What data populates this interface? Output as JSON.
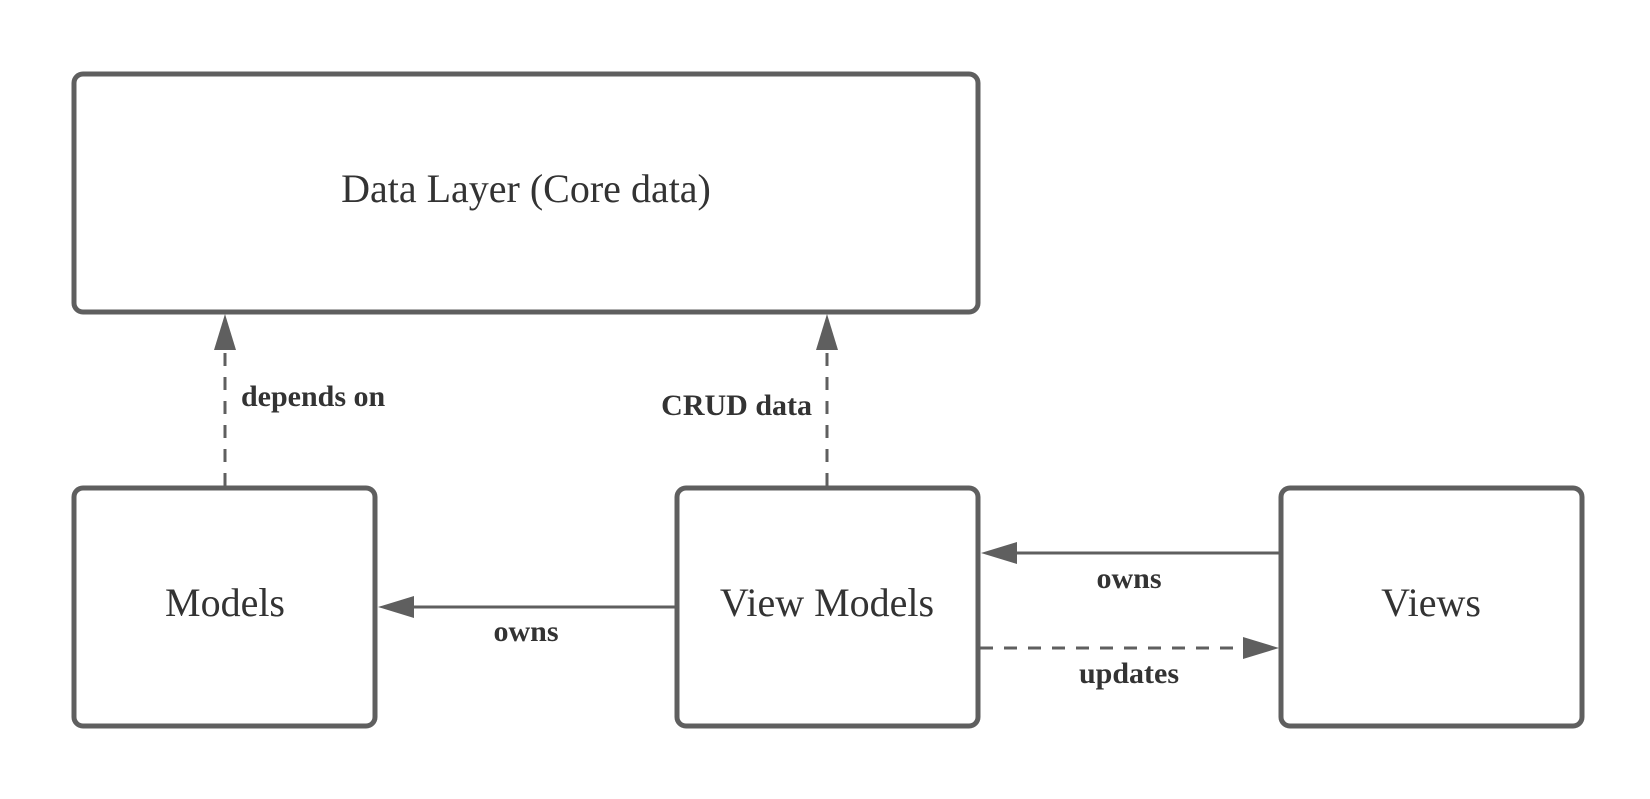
{
  "diagram": {
    "nodes": {
      "data_layer": "Data Layer (Core data)",
      "models": "Models",
      "view_models": "View Models",
      "views": "Views"
    },
    "edges": {
      "models_to_data_layer": "depends on",
      "view_models_to_data_layer": "CRUD data",
      "view_models_to_models": "owns",
      "views_to_view_models": "owns",
      "view_models_to_views": "updates"
    }
  },
  "colors": {
    "stroke": "#5f5f5f",
    "text": "#333333",
    "background": "#ffffff"
  }
}
